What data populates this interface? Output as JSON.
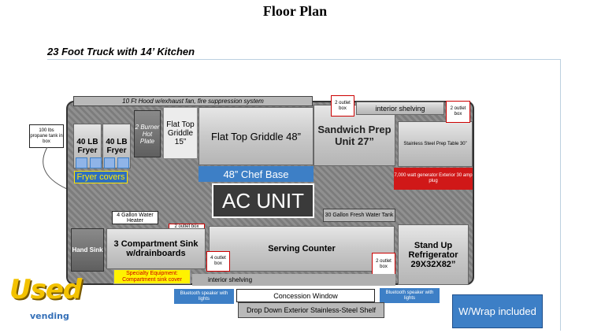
{
  "title": "Floor Plan",
  "subtitle": "23 Foot Truck with 14’ Kitchen",
  "equipment": {
    "hood": "10 Ft Hood w/exhaust fan, fire suppression system",
    "fryer_1": "40 LB Fryer",
    "fryer_2": "40 LB Fryer",
    "burner": "2 Burner Hot Plate",
    "flat_top_griddle_15": "Flat Top Griddle 15”",
    "flat_top_griddle_48": "Flat Top Griddle 48”",
    "sandwich_prep": "Sandwich Prep Unit 27”",
    "prep_table": "Stainless Steel Prep Table 30”",
    "interior_shelving_top": "interior shelving",
    "chef_base": "48” Chef Base",
    "fryer_covers": "Fryer covers",
    "ac_unit": "AC UNIT",
    "generator": "7,000 watt generator Exterior 30 amp plug",
    "fresh_water": "30 Gallon Fresh Water Tank",
    "water_heater": "4 Gallon Water Heater",
    "hand_sink": "Hand Sink",
    "compartment_sink": "3 Compartment Sink w/drainboards",
    "serving_counter": "Serving Counter",
    "refrigerator": "Stand Up Refrigerator 29X32X82”",
    "specialty": "Specialty Equipment: Compartment sink cover",
    "interior_shelving_bottom": "interior shelving",
    "propane": "100 lbs propane tank in box"
  },
  "outlets": {
    "top_left": "2 outlet box",
    "top_right": "2 outlet box",
    "under_sink": "2 outlet box under sink",
    "counter_left": "4 outlet box",
    "counter_right": "2 outlet box"
  },
  "exterior": {
    "bt_left": "Bluetooth speaker with lights",
    "bt_right": "Bluetooth speaker with lights",
    "concession_window": "Concession Window",
    "drop_down_shelf": "Drop Down Exterior Stainless-Steel Shelf"
  },
  "wrap_note": "W/Wrap included",
  "logo": {
    "name": "Used",
    "sub": "vending"
  },
  "colors": {
    "accent_blue": "#3d7fc6",
    "alert_red": "#d01818",
    "highlight_yellow": "#fff200",
    "logo_yellow": "#f3c200"
  }
}
